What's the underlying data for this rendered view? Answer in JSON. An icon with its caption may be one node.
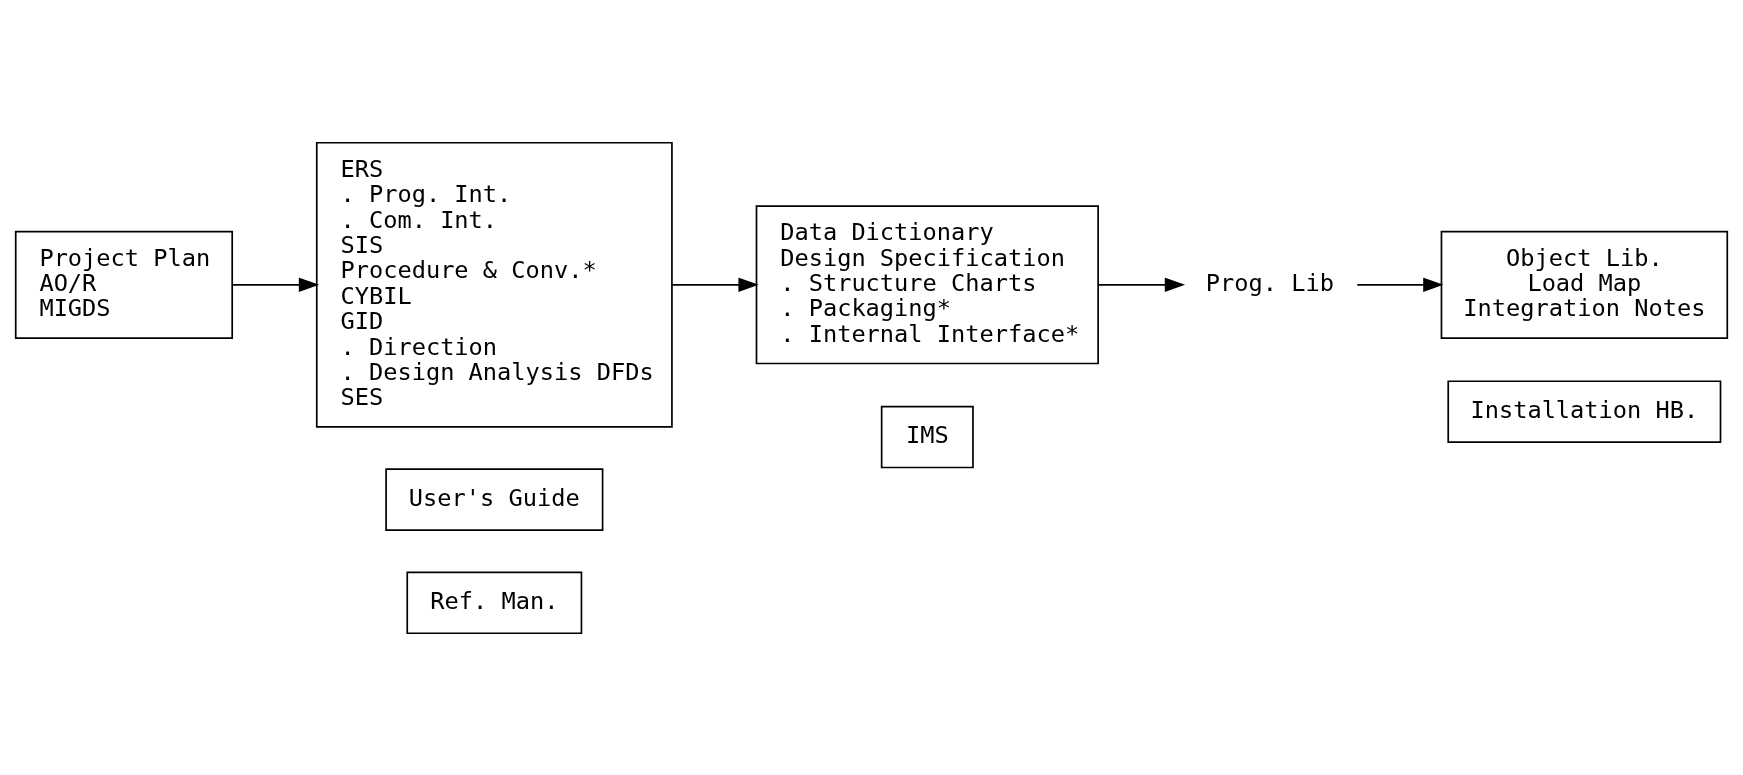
{
  "diagram": {
    "nodes": [
      {
        "text": [
          "Project Plan",
          "AO/R",
          "MIGDS"
        ]
      },
      {
        "text": [
          "ERS",
          ". Prog. Int.",
          ". Com. Int.",
          "SIS",
          "Procedure & Conv.*",
          "CYBIL",
          "GID",
          ". Direction",
          ". Design Analysis DFDs",
          "SES"
        ]
      },
      {
        "text": [
          "Data Dictionary",
          "Design Specification",
          ". Structure Charts",
          ". Packaging*",
          ". Internal Interface*"
        ]
      },
      {
        "text": [
          "Prog. Lib"
        ]
      },
      {
        "text": [
          "Object Lib.",
          "Load Map",
          "Integration Notes"
        ]
      },
      {
        "text": [
          "IMS"
        ]
      },
      {
        "text": [
          "Installation HB."
        ]
      },
      {
        "text": [
          "User's Guide"
        ]
      },
      {
        "text": [
          "Ref. Man."
        ]
      }
    ],
    "edges": [
      {
        "from": 0,
        "to": 1,
        "arrow": "to"
      },
      {
        "from": 1,
        "to": 2,
        "arrow": "to"
      },
      {
        "from": 2,
        "to": 3,
        "arrow": "to"
      },
      {
        "from": 3,
        "to": 4,
        "arrow": "to"
      }
    ]
  }
}
